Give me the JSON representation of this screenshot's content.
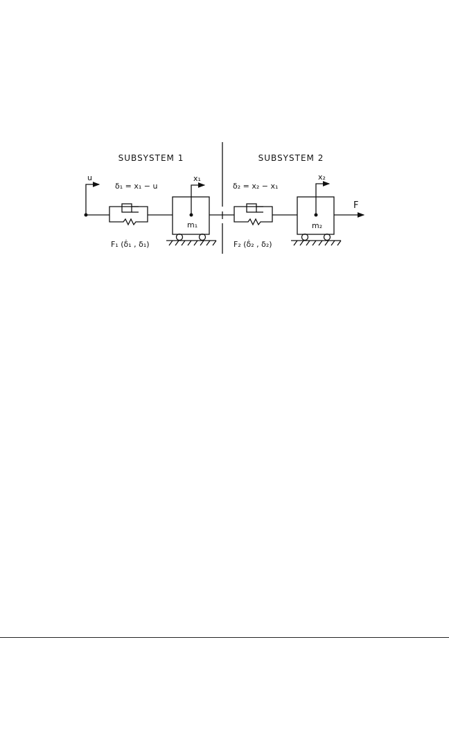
{
  "diagram": {
    "subsystem1_label": "SUBSYSTEM 1",
    "subsystem2_label": "SUBSYSTEM 2",
    "input_label": "u",
    "x1_label": "x₁",
    "x2_label": "x₂",
    "delta1_eq": "δ₁ = x₁ − u",
    "delta2_eq": "δ₂ = x₂ − x₁",
    "force1_label": "F₁ (δ̇₁ , δ₁)",
    "force2_label": "F₂ (δ̇₂ , δ₂)",
    "mass1_label": "m₁",
    "mass2_label": "m₂",
    "force_label": "F"
  }
}
